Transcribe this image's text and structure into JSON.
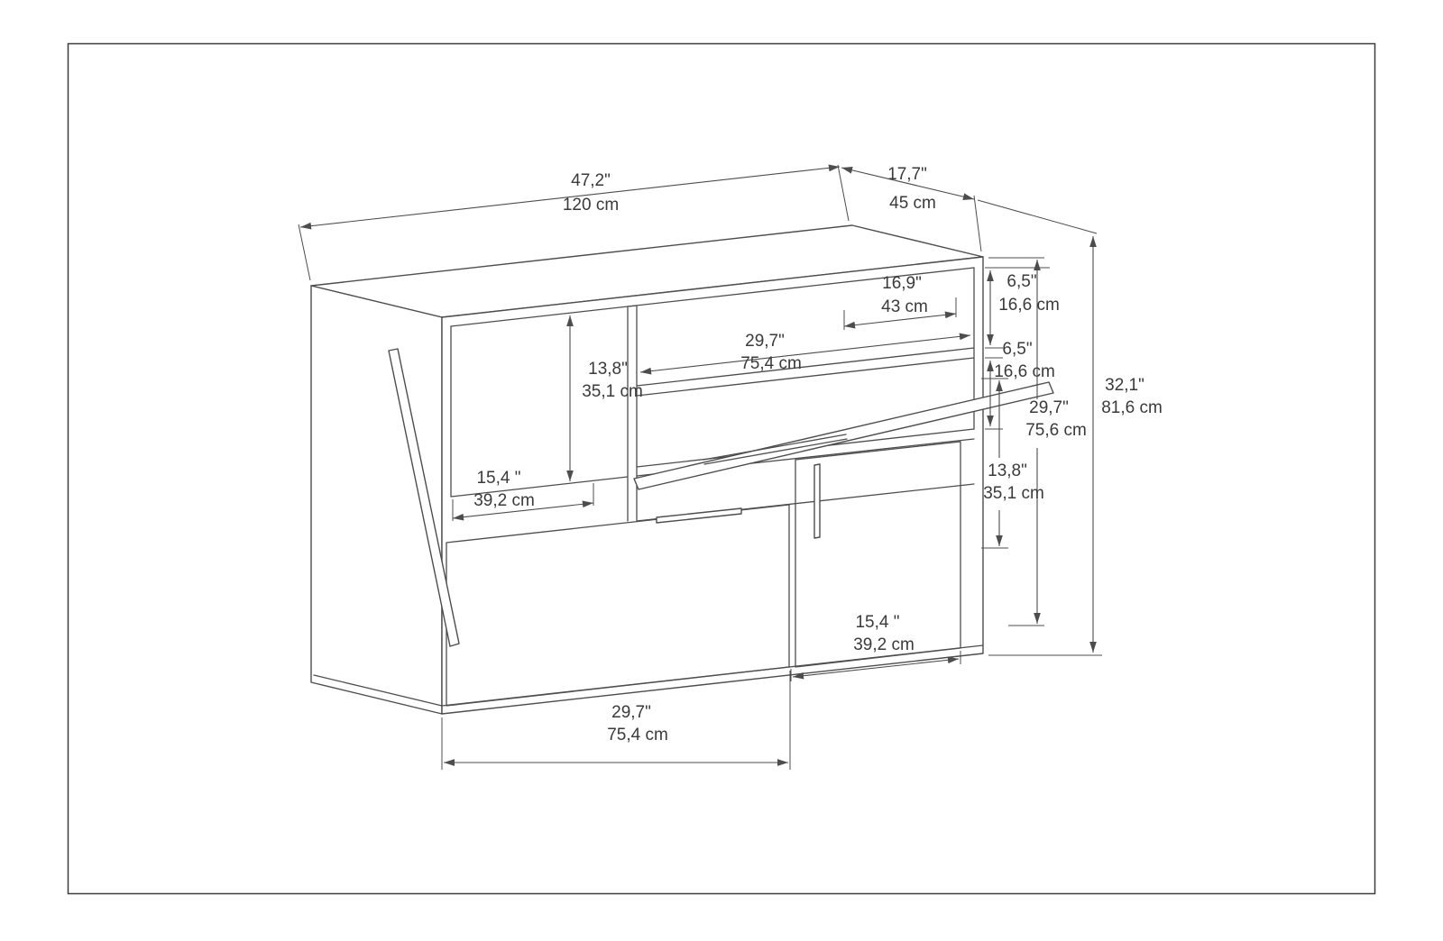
{
  "drawing": {
    "kind": "furniture dimension diagram",
    "subject": "sideboard / TV cabinet axonometric line drawing",
    "line_color": "#4d4d4d",
    "background_color": "#ffffff"
  },
  "dimensions": {
    "top_width": {
      "inches": "47,2\"",
      "cm": "120 cm"
    },
    "top_depth": {
      "inches": "17,7\"",
      "cm": "45 cm"
    },
    "shelf_opening_width": {
      "inches": "16,9\"",
      "cm": "43 cm"
    },
    "upper_slot_height": {
      "inches": "6,5\"",
      "cm": "16,6 cm"
    },
    "middle_shelf_width": {
      "inches": "29,7\"",
      "cm": "75,4 cm"
    },
    "left_compartment_height": {
      "inches": "13,8\"",
      "cm": "35,1 cm"
    },
    "lower_slot_height": {
      "inches": "6,5\"",
      "cm": "16,6 cm"
    },
    "total_height": {
      "inches": "32,1\"",
      "cm": "81,6 cm"
    },
    "right_section_height": {
      "inches": "29,7\"",
      "cm": "75,6 cm"
    },
    "right_door_height": {
      "inches": "13,8\"",
      "cm": "35,1 cm"
    },
    "left_compartment_width": {
      "inches": "15,4 \"",
      "cm": "39,2 cm"
    },
    "right_door_width": {
      "inches": "15,4 \"",
      "cm": "39,2 cm"
    },
    "left_door_width": {
      "inches": "29,7\"",
      "cm": "75,4 cm"
    }
  }
}
